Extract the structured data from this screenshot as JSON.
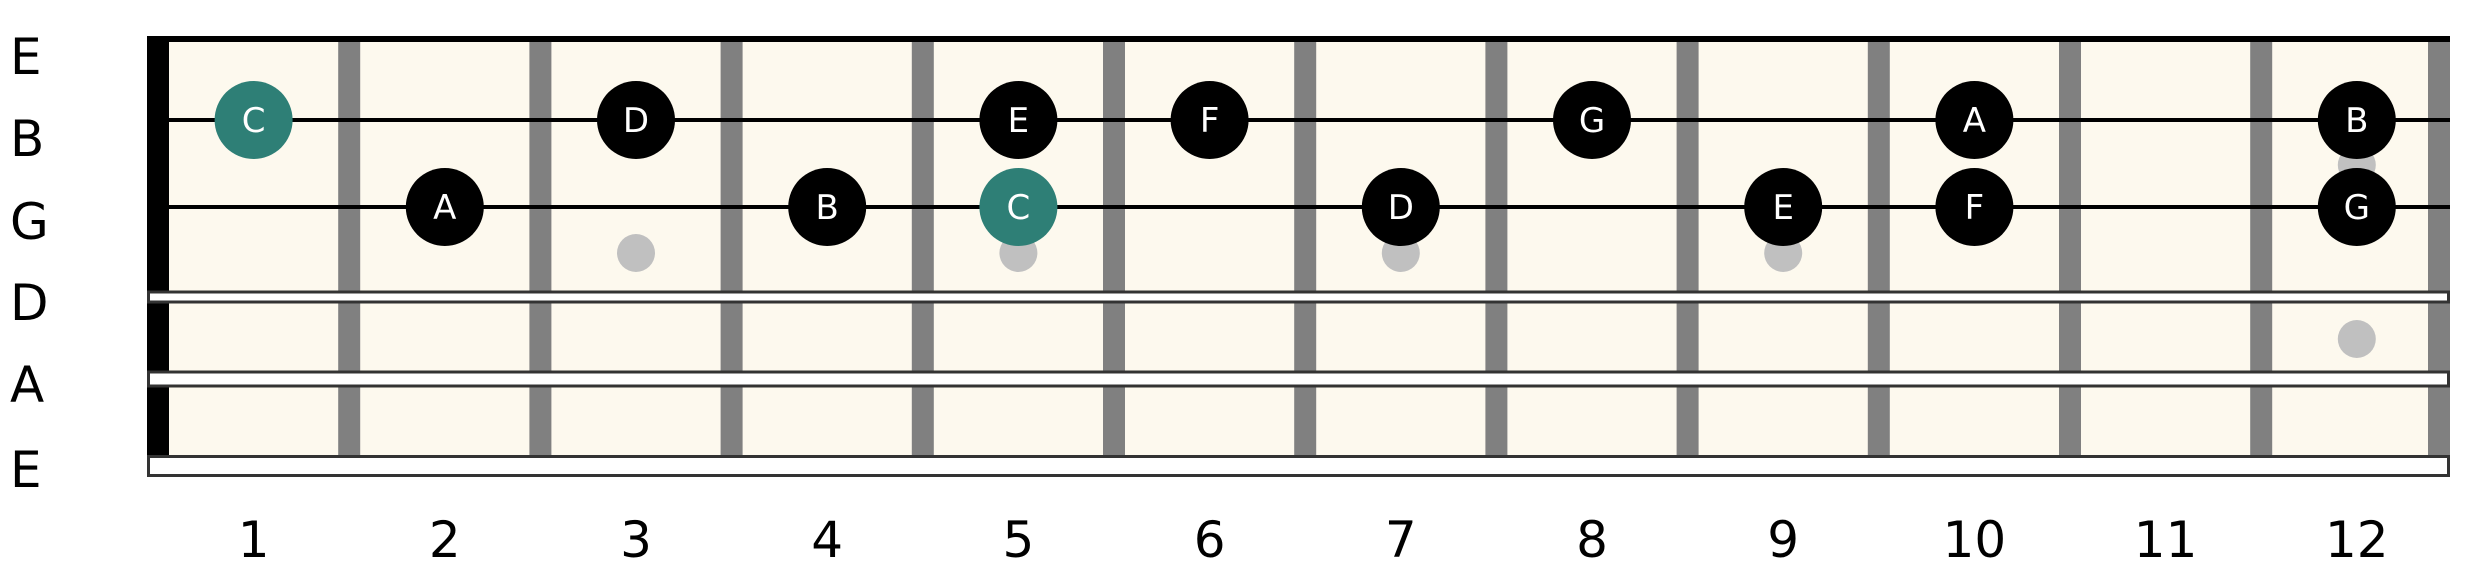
{
  "fretboard": {
    "string_labels": [
      "E",
      "B",
      "G",
      "D",
      "A",
      "E"
    ],
    "fret_numbers": [
      "1",
      "2",
      "3",
      "4",
      "5",
      "6",
      "7",
      "8",
      "9",
      "10",
      "11",
      "12"
    ],
    "single_dot_frets": [
      3,
      5,
      7,
      9
    ],
    "double_dot_frets": [
      12
    ],
    "notes": [
      {
        "string": 1,
        "fret": 1,
        "label": "C",
        "root": true
      },
      {
        "string": 1,
        "fret": 3,
        "label": "D",
        "root": false
      },
      {
        "string": 1,
        "fret": 5,
        "label": "E",
        "root": false
      },
      {
        "string": 1,
        "fret": 6,
        "label": "F",
        "root": false
      },
      {
        "string": 1,
        "fret": 8,
        "label": "G",
        "root": false
      },
      {
        "string": 1,
        "fret": 10,
        "label": "A",
        "root": false
      },
      {
        "string": 1,
        "fret": 12,
        "label": "B",
        "root": false
      },
      {
        "string": 2,
        "fret": 2,
        "label": "A",
        "root": false
      },
      {
        "string": 2,
        "fret": 4,
        "label": "B",
        "root": false
      },
      {
        "string": 2,
        "fret": 5,
        "label": "C",
        "root": true
      },
      {
        "string": 2,
        "fret": 7,
        "label": "D",
        "root": false
      },
      {
        "string": 2,
        "fret": 9,
        "label": "E",
        "root": false
      },
      {
        "string": 2,
        "fret": 10,
        "label": "F",
        "root": false
      },
      {
        "string": 2,
        "fret": 12,
        "label": "G",
        "root": false
      }
    ]
  },
  "colors": {
    "board": "#fdf9ee",
    "fret": "#808080",
    "nut": "#000000",
    "note": "#000000",
    "root_note": "#2e7f76",
    "inlay": "#c0c0c0"
  }
}
